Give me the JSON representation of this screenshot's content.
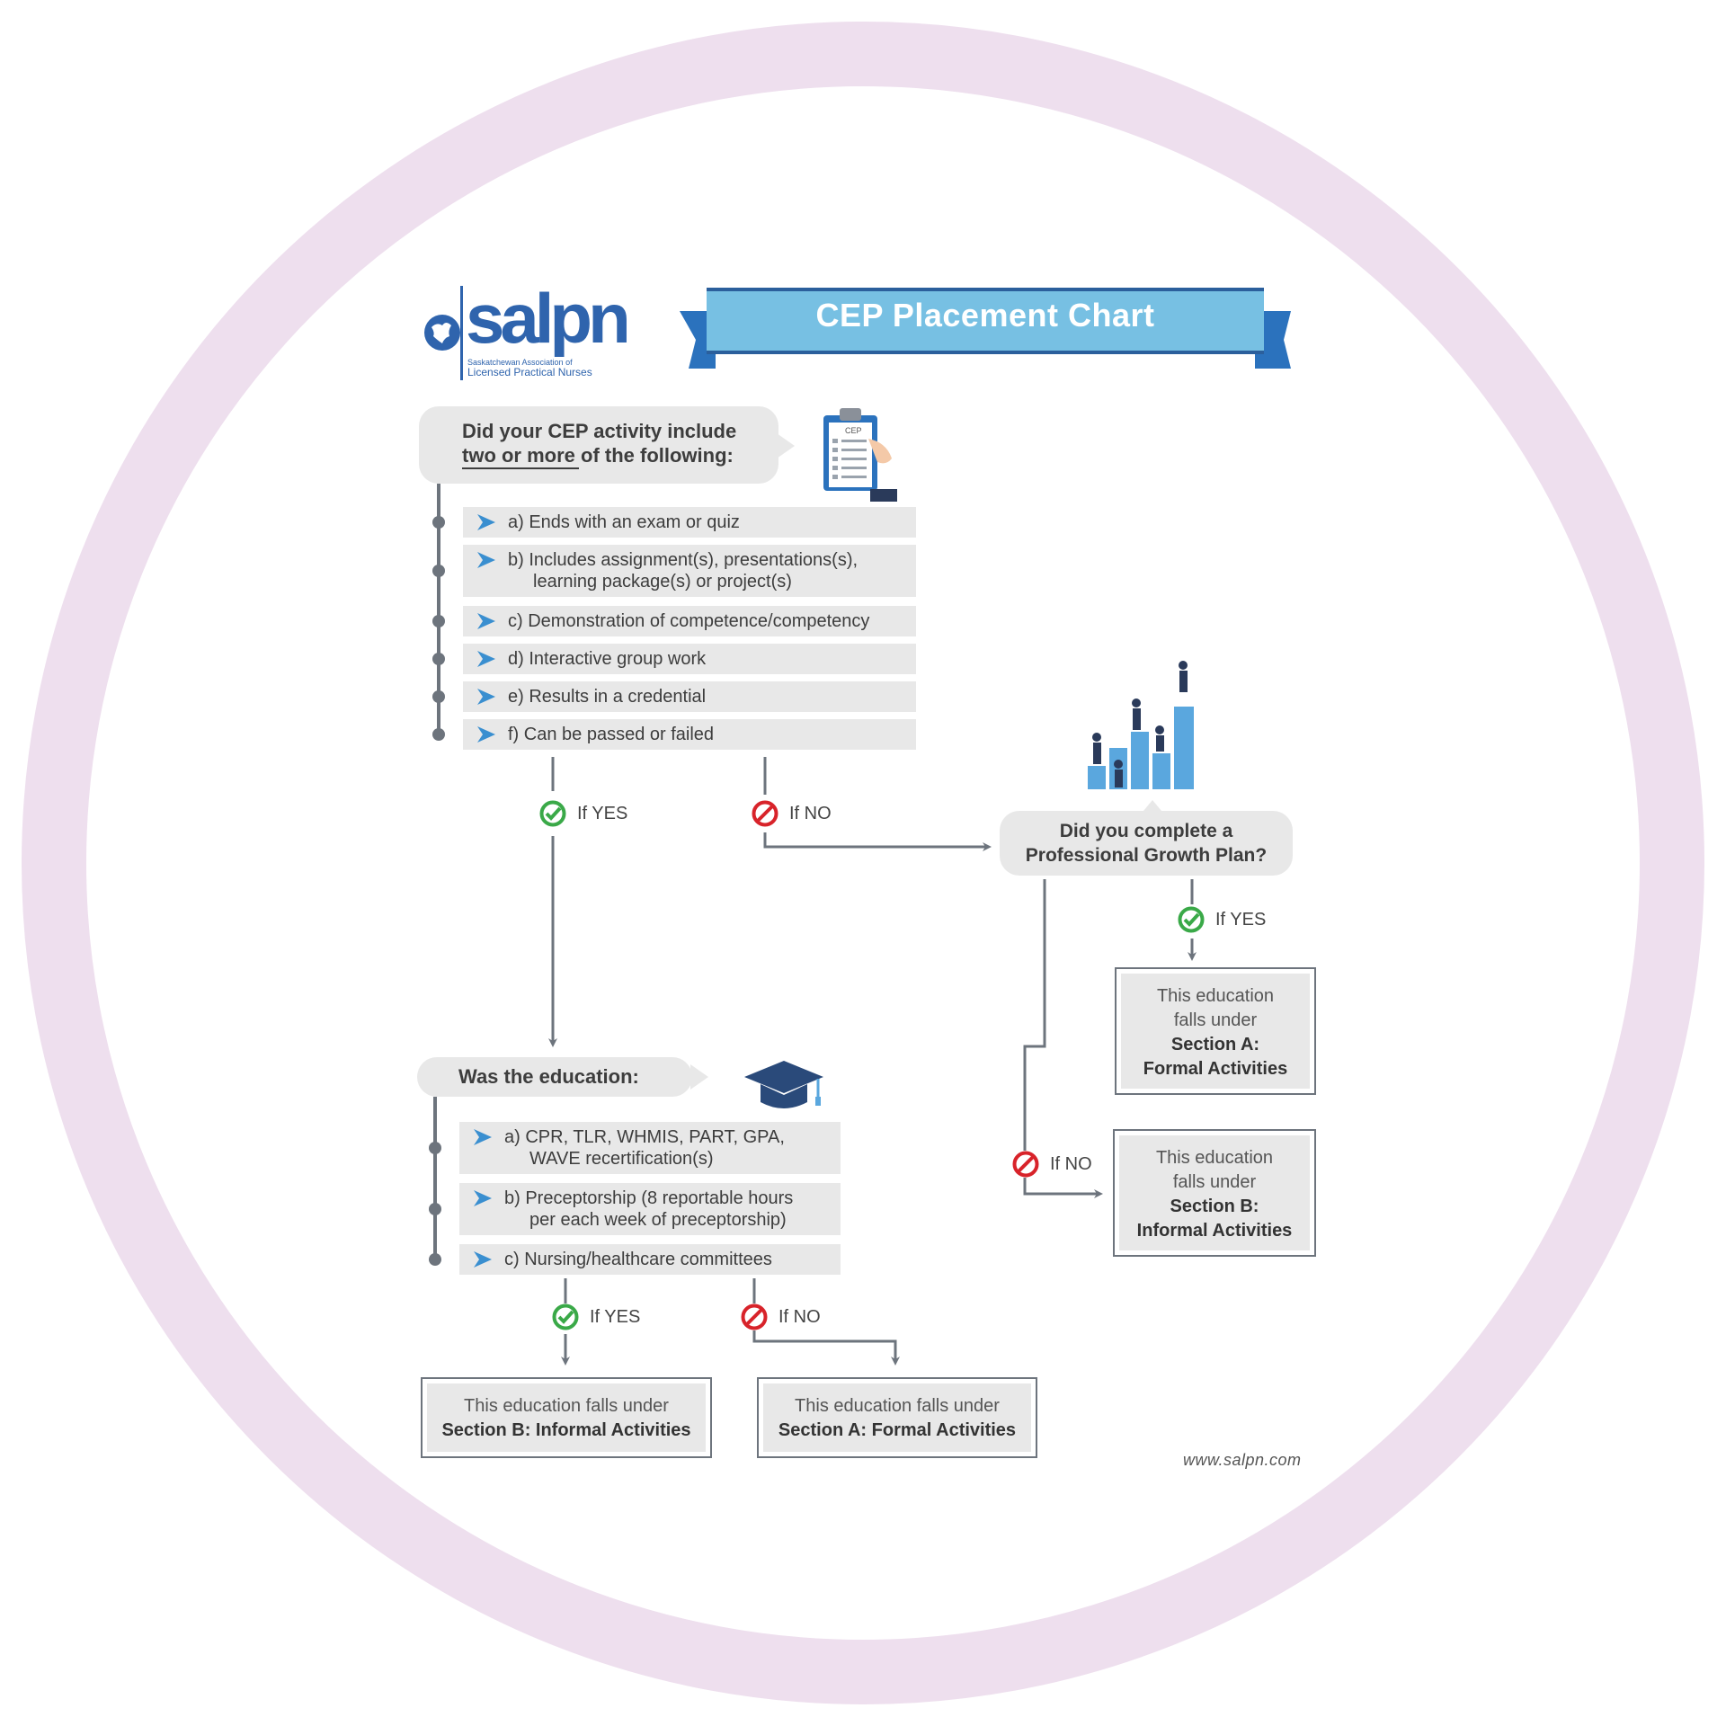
{
  "header": {
    "logo_text": "salpn",
    "logo_tagline_1": "Saskatchewan Association of",
    "logo_tagline_2": "Licensed Practical Nurses",
    "title": "CEP Placement Chart"
  },
  "question_1": {
    "line_1": "Did your CEP activity include",
    "line_2": "two or more of the following:",
    "options": [
      {
        "line_1": "a) Ends with an exam or quiz",
        "line_2": ""
      },
      {
        "line_1": "b) Includes assignment(s), presentations(s),",
        "line_2": "learning package(s) or project(s)"
      },
      {
        "line_1": "c) Demonstration of competence/competency",
        "line_2": ""
      },
      {
        "line_1": "d) Interactive group work",
        "line_2": ""
      },
      {
        "line_1": "e) Results in a credential",
        "line_2": ""
      },
      {
        "line_1": "f) Can be passed or failed",
        "line_2": ""
      }
    ],
    "clipboard_label": "CEP"
  },
  "question_2": {
    "text": "Was the education:",
    "options": [
      {
        "line_1": "a) CPR, TLR, WHMIS, PART, GPA,",
        "line_2": "WAVE recertification(s)"
      },
      {
        "line_1": "b) Preceptorship (8 reportable hours",
        "line_2": "per each week of preceptorship)"
      },
      {
        "line_1": "c) Nursing/healthcare committees",
        "line_2": ""
      }
    ]
  },
  "question_3": {
    "line_1": "Did you complete a",
    "line_2": "Professional Growth Plan?"
  },
  "labels": {
    "yes": "If  YES",
    "no": "If NO"
  },
  "results": {
    "q3_yes": {
      "line_1": "This education",
      "line_2": "falls under",
      "line_3": "Section A:",
      "line_4": "Formal Activities"
    },
    "q3_no": {
      "line_1": "This education",
      "line_2": "falls under",
      "line_3": "Section B:",
      "line_4": "Informal Activities"
    },
    "q2_yes": {
      "line_1": "This education falls under",
      "line_2": "Section B: Informal Activities"
    },
    "q2_no": {
      "line_1": "This education falls under",
      "line_2": "Section A: Formal Activities"
    }
  },
  "footer": {
    "url": "www.salpn.com"
  },
  "colors": {
    "ring": "#eedfee",
    "ribbon": "#77c0e3",
    "ribbon_dark": "#2b5f9c",
    "logo": "#2f64ad",
    "box_fill": "#e8e8e8",
    "connector": "#6d747d",
    "yes_green": "#3aa948",
    "no_red": "#d8232a",
    "chevron_blue": "#3a8fd0"
  }
}
